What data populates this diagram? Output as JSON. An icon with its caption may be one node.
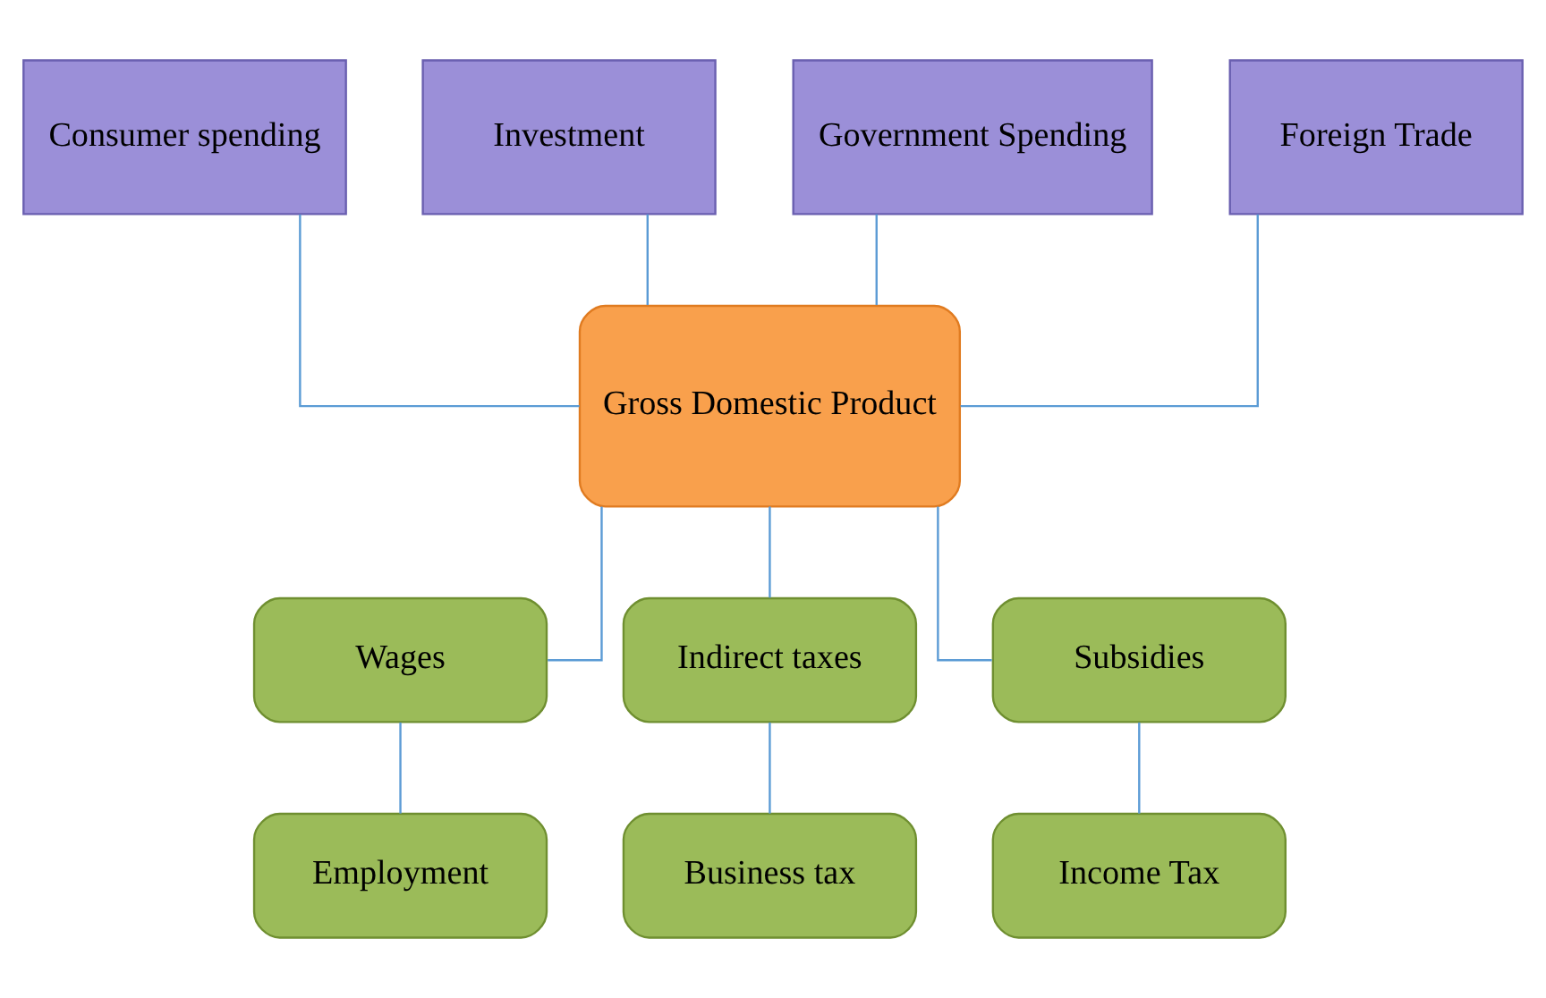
{
  "diagram": {
    "nodes": [
      {
        "text": [
          "Consumer spending"
        ]
      },
      {
        "text": [
          "Investment"
        ]
      },
      {
        "text": [
          "Government Spending"
        ]
      },
      {
        "text": [
          "Foreign Trade"
        ]
      },
      {
        "text": [
          "Gross Domestic Product"
        ]
      },
      {
        "text": [
          "Wages"
        ]
      },
      {
        "text": [
          "Indirect taxes"
        ]
      },
      {
        "text": [
          "Subsidies"
        ]
      },
      {
        "text": [
          "Employment"
        ]
      },
      {
        "text": [
          "Business tax"
        ]
      },
      {
        "text": [
          "Income Tax"
        ]
      }
    ],
    "edges": [
      {
        "from": 0,
        "to": 4,
        "arrow": "none"
      },
      {
        "from": 1,
        "to": 4,
        "arrow": "none"
      },
      {
        "from": 2,
        "to": 4,
        "arrow": "none"
      },
      {
        "from": 3,
        "to": 4,
        "arrow": "none"
      },
      {
        "from": 4,
        "to": 5,
        "arrow": "none"
      },
      {
        "from": 4,
        "to": 6,
        "arrow": "none"
      },
      {
        "from": 4,
        "to": 7,
        "arrow": "none"
      },
      {
        "from": 5,
        "to": 8,
        "arrow": "none"
      },
      {
        "from": 6,
        "to": 9,
        "arrow": "none"
      },
      {
        "from": 7,
        "to": 10,
        "arrow": "none"
      }
    ]
  }
}
